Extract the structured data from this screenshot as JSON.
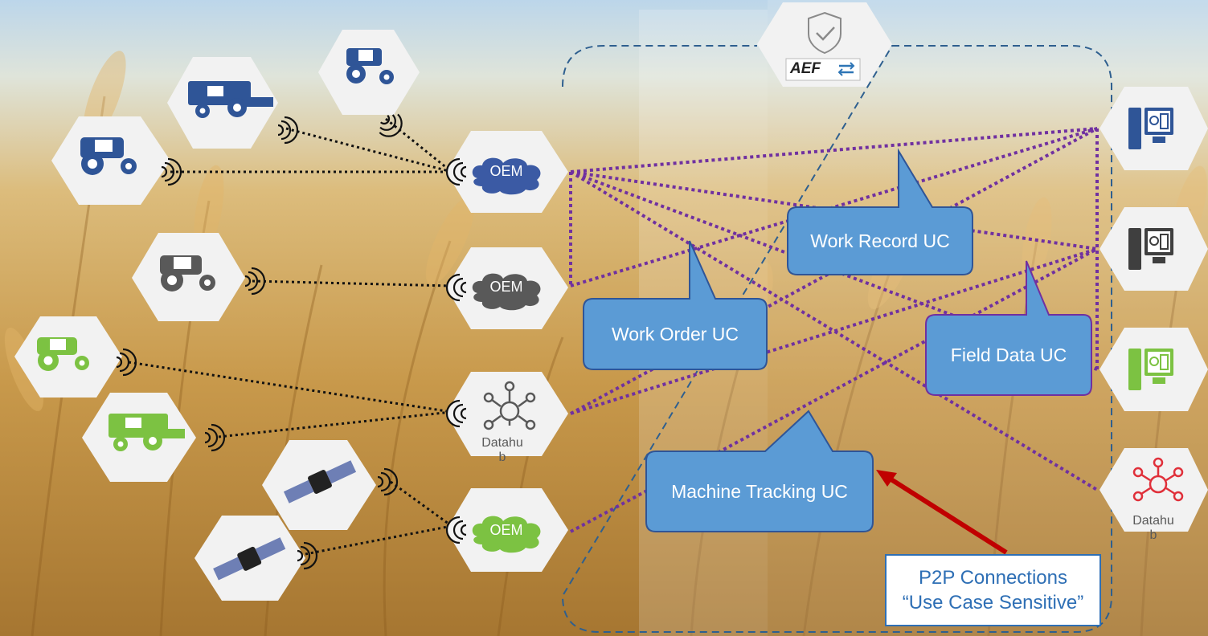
{
  "diagram": {
    "badge": {
      "label": "AEF"
    },
    "oem_nodes": [
      {
        "label": "OEM",
        "color": "#3b5aa4"
      },
      {
        "label": "OEM",
        "color": "#595959"
      },
      {
        "label": "OEM",
        "color": "#7cc242"
      }
    ],
    "datahub_left": {
      "label_line1": "Datahu",
      "label_line2": "b"
    },
    "datahub_right": {
      "label_line1": "Datahu",
      "label_line2": "b"
    },
    "use_cases": [
      {
        "id": "work-record",
        "label": "Work Record UC"
      },
      {
        "id": "work-order",
        "label": "Work Order UC"
      },
      {
        "id": "field-data",
        "label": "Field Data UC"
      },
      {
        "id": "machine-tracking",
        "label": "Machine Tracking UC"
      }
    ],
    "note": {
      "line1": "P2P Connections",
      "line2": "“Use Case Sensitive”"
    },
    "colors": {
      "callout_fill": "#5b9bd5",
      "callout_border": "#2f5597",
      "connection_purple": "#7030a0",
      "link_black": "#111111",
      "arrow_red": "#c00000",
      "blue_machine": "#2f5597",
      "grey_machine": "#595959",
      "green_machine": "#7cc242",
      "red_hub": "#e0303a"
    },
    "icons": [
      "tractor-icon",
      "combine-icon",
      "satellite-icon",
      "cloud-icon",
      "hub-icon",
      "computer-icon",
      "shield-check-icon",
      "wireless-signal-icon"
    ]
  }
}
